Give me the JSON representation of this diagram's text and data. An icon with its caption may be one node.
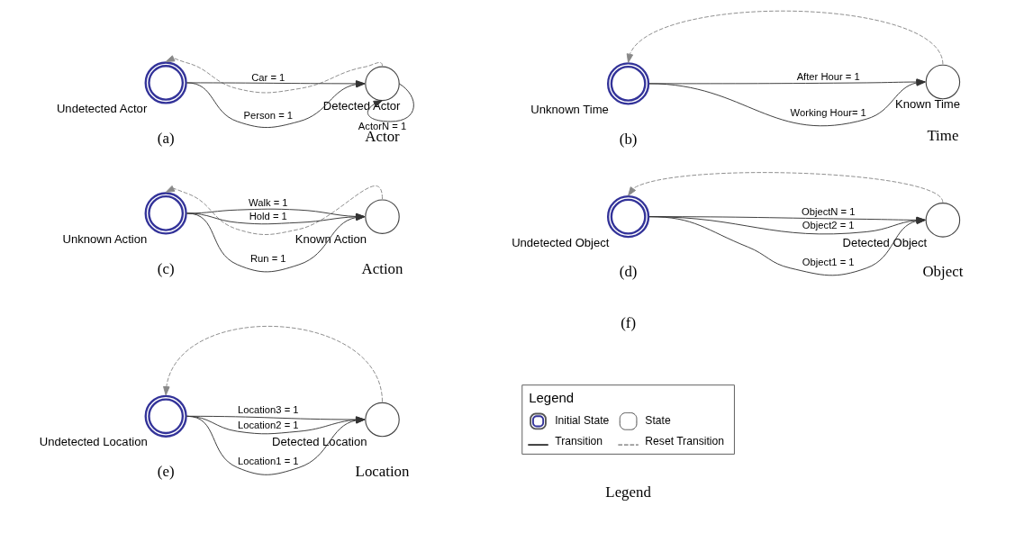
{
  "diagram": {
    "nodes": [
      {
        "text": [],
        "shape": "circle",
        "beside": [
          "Undetected Actor"
        ]
      },
      {
        "text": [],
        "shape": "circle",
        "beside": [
          "Detected Actor"
        ]
      },
      {
        "text": [],
        "shape": "circle",
        "beside": [
          "Unknown Time"
        ]
      },
      {
        "text": [],
        "shape": "circle",
        "beside": [
          "Known Time"
        ]
      },
      {
        "text": [],
        "shape": "circle",
        "beside": [
          "Unknown Action"
        ]
      },
      {
        "text": [],
        "shape": "circle",
        "beside": [
          "Known Action"
        ]
      },
      {
        "text": [],
        "shape": "circle",
        "beside": [
          "Undetected Object"
        ]
      },
      {
        "text": [],
        "shape": "circle",
        "beside": [
          "Detected Object"
        ]
      },
      {
        "text": [],
        "shape": "circle",
        "beside": [
          "Undetected Location"
        ]
      },
      {
        "text": [],
        "shape": "circle",
        "beside": [
          "Detected Location"
        ]
      }
    ],
    "edges": [
      {
        "from": 0,
        "to": 1,
        "arrow": "to",
        "label": "Car = 1"
      },
      {
        "from": 0,
        "to": 1,
        "arrow": "to",
        "label": "Person = 1"
      },
      {
        "from": 1,
        "to": 0,
        "arrow": "to",
        "style": "dashed",
        "color": "#888888"
      },
      {
        "from": 1,
        "to": 1,
        "arrow": "to",
        "label": "ActorN = 1"
      },
      {
        "from": 2,
        "to": 3,
        "arrow": "to",
        "label": "Working Hour= 1"
      },
      {
        "from": 2,
        "to": 3,
        "arrow": "to",
        "label": "After Hour = 1"
      },
      {
        "from": 3,
        "to": 2,
        "arrow": "to",
        "style": "dashed",
        "color": "#888888"
      },
      {
        "from": 4,
        "to": 5,
        "arrow": "to",
        "label": "Hold = 1"
      },
      {
        "from": 4,
        "to": 5,
        "arrow": "to",
        "label": "Walk = 1"
      },
      {
        "from": 4,
        "to": 5,
        "arrow": "to",
        "label": "Run = 1"
      },
      {
        "from": 5,
        "to": 4,
        "arrow": "to",
        "style": "dashed",
        "color": "#888888"
      },
      {
        "from": 6,
        "to": 7,
        "arrow": "to",
        "label": "Object1 = 1"
      },
      {
        "from": 6,
        "to": 7,
        "arrow": "to",
        "label": "Object2 = 1"
      },
      {
        "from": 6,
        "to": 7,
        "arrow": "to",
        "label": "ObjectN = 1"
      },
      {
        "from": 7,
        "to": 6,
        "arrow": "to",
        "style": "dashed",
        "color": "#888888"
      },
      {
        "from": 8,
        "to": 9,
        "arrow": "to",
        "label": "Location1 = 1"
      },
      {
        "from": 8,
        "to": 9,
        "arrow": "to",
        "label": "Location2 = 1"
      },
      {
        "from": 8,
        "to": 9,
        "arrow": "to",
        "label": "Location3 = 1"
      },
      {
        "from": 9,
        "to": 8,
        "arrow": "to",
        "style": "dashed",
        "color": "#888888"
      }
    ],
    "labels": [
      "(a)",
      "Actor",
      "(b)",
      "Time",
      "(c)",
      "Action",
      "(d)",
      "Object",
      "(e)",
      "Location",
      "Legend",
      "(f)",
      "Legend"
    ],
    "legend": [
      {
        "text": "Initial State"
      },
      {
        "text": "State"
      },
      {
        "text": "Transition"
      },
      {
        "text": "Reset Transition"
      }
    ]
  }
}
